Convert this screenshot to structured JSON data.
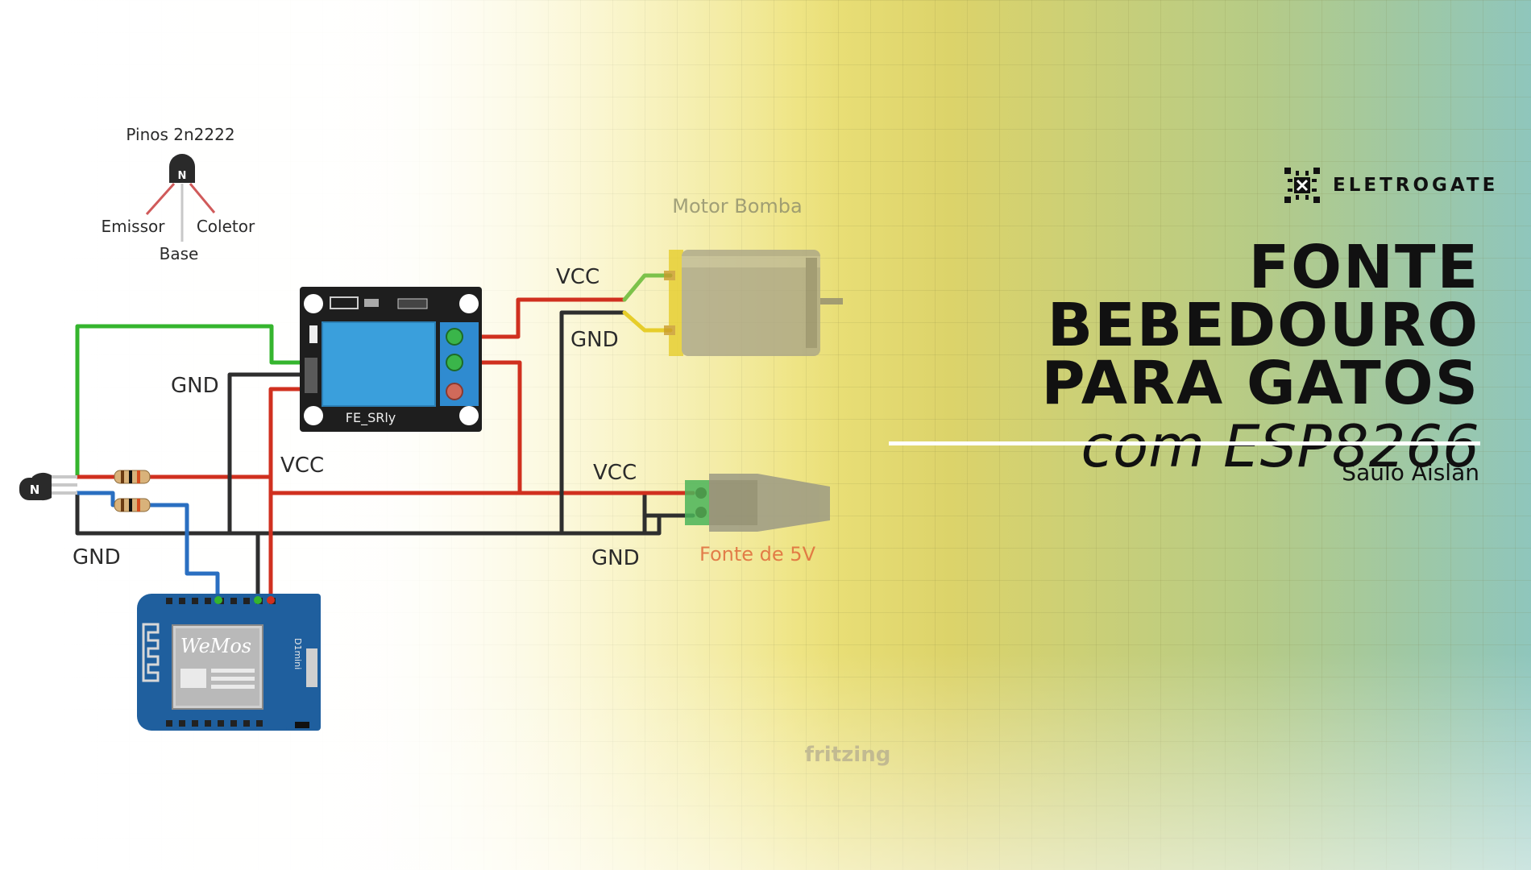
{
  "brand": {
    "name": "ELETROGATE",
    "logo_icon": "chip-logo-icon"
  },
  "title": {
    "line1": "FONTE BEBEDOURO",
    "line2": "PARA GATOS",
    "line3": "com ESP8266"
  },
  "author": "Saulo Aislan",
  "diagram": {
    "transistor_label": "Pinos 2n2222",
    "transistor_mark": "N",
    "pin_emitter": "Emissor",
    "pin_collector": "Coletor",
    "pin_base": "Base",
    "motor_label": "Motor Bomba",
    "relay_label": "FE_SRly",
    "supply_label": "Fonte de 5V",
    "vcc_motor": "VCC",
    "gnd_motor": "GND",
    "vcc_relay": "VCC",
    "gnd_relay": "GND",
    "vcc_supply": "VCC",
    "gnd_supply": "GND",
    "gnd_left": "GND",
    "board_brand": "WeMos",
    "board_model": "D1mini",
    "watermark": "fritzing"
  },
  "colors": {
    "wire_green": "#35b52e",
    "wire_red": "#d0301f",
    "wire_black": "#2e2e2e",
    "wire_blue": "#2a6fc1",
    "relay_board": "#1e1e1e",
    "relay_body": "#3a9fdc",
    "wemos_board": "#1f5f9e",
    "motor_yellow": "#e6cd2a"
  }
}
